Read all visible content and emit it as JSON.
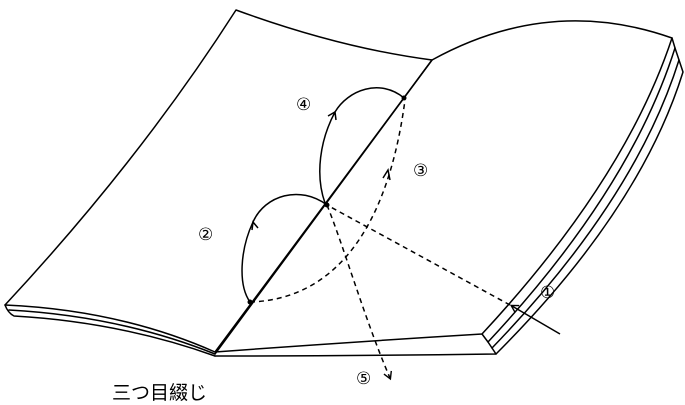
{
  "figure": {
    "caption": "三つ目綴じ",
    "step_labels": [
      "①",
      "②",
      "③",
      "④",
      "⑤"
    ]
  },
  "colors": {
    "line": "#000000",
    "background": "#ffffff"
  }
}
